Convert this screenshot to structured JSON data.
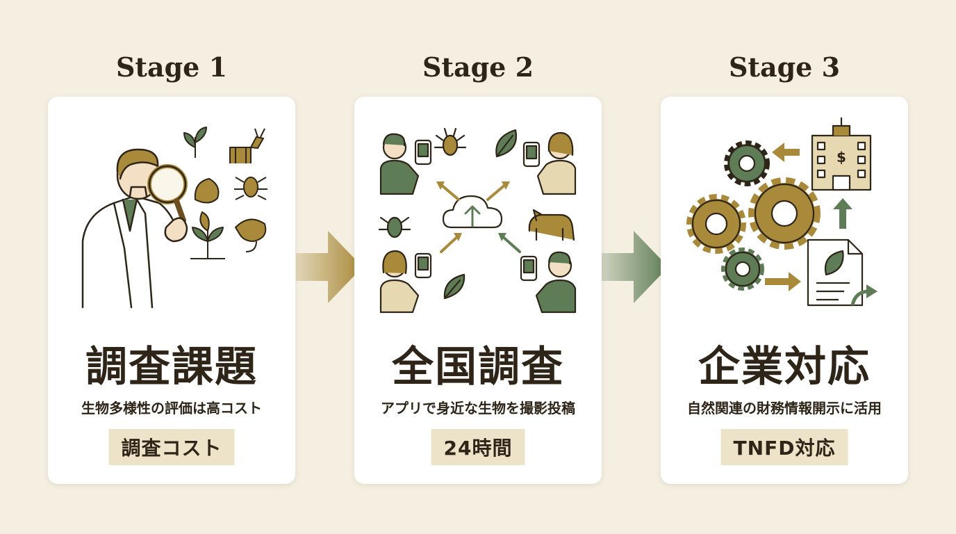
{
  "stages": [
    {
      "label": "Stage 1",
      "title": "調査課題",
      "subtitle": "生物多様性の評価は高コスト",
      "badge": "調査コスト"
    },
    {
      "label": "Stage 2",
      "title": "全国調査",
      "subtitle": "アプリで身近な生物を撮影投稿",
      "badge": "24時間"
    },
    {
      "label": "Stage 3",
      "title": "企業対応",
      "subtitle": "自然関連の財務情報開示に活用",
      "badge": "TNFD対応"
    }
  ],
  "colors": {
    "background": "#f5efe2",
    "card": "#ffffff",
    "gold": "#a88a3a",
    "green": "#5e7d56",
    "dark": "#2e2418",
    "badge": "#ede3c8"
  },
  "icons": [
    "scientist-magnifier-icon",
    "species-icons",
    "smartphone-users-icon",
    "cloud-upload-icon",
    "gears-icon",
    "bank-building-icon",
    "report-document-icon"
  ]
}
